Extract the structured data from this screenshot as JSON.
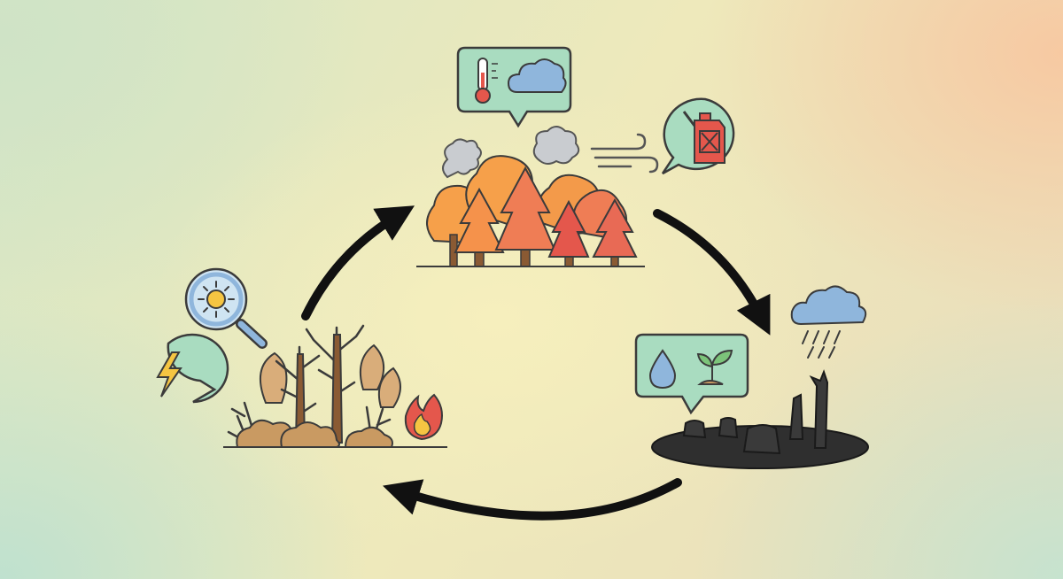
{
  "diagram": {
    "stages": [
      {
        "id": "dry-vegetation",
        "icons": [
          "lightning-icon",
          "sun-magnifier-icon",
          "small-fire-icon"
        ]
      },
      {
        "id": "burning-forest",
        "icons": [
          "thermometer-icon",
          "cloud-icon",
          "fuel-can-icon",
          "wind-icon",
          "smoke-icon"
        ]
      },
      {
        "id": "burnt-ground",
        "icons": [
          "rain-cloud-icon",
          "water-drop-icon",
          "seedling-icon"
        ]
      }
    ],
    "colors": {
      "arrow": "#111111",
      "bubble_fill": "#a9dcc0",
      "bubble_stroke": "#3b3b3b",
      "flame_orange": "#f08a3a",
      "flame_red": "#e4574c",
      "tree_orange": "#f6a04a",
      "tree_brown": "#8a5a33",
      "ash": "#2f2f2f",
      "rain_cloud": "#8fb6dc",
      "lightning": "#f5c542"
    }
  }
}
